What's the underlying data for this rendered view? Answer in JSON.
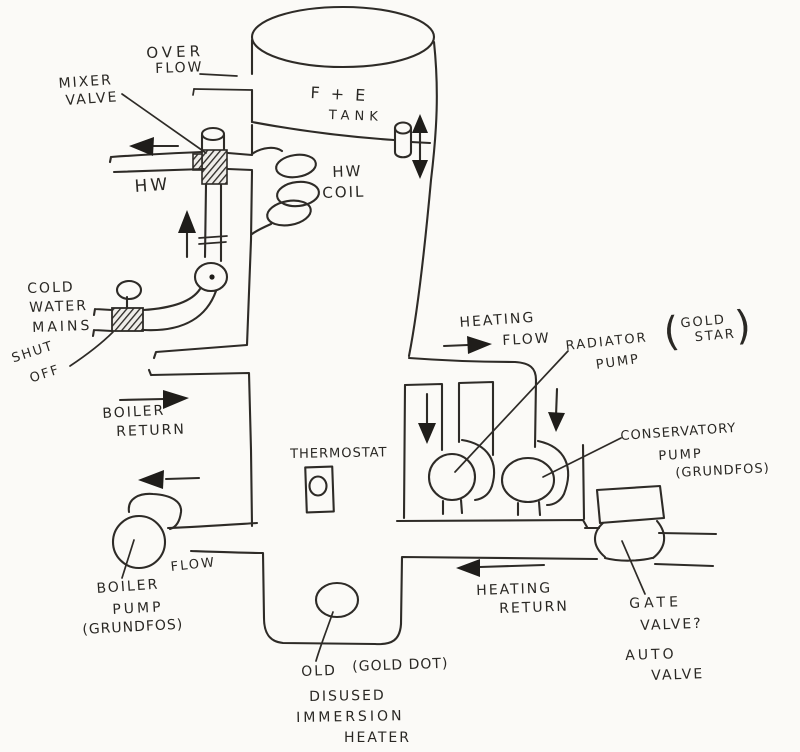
{
  "labels": {
    "over_flow": [
      "OVER",
      "FLOW"
    ],
    "mixer_valve": [
      "MIXER",
      "VALVE"
    ],
    "hw": "HW",
    "fe_tank": [
      "F + E",
      "TANK"
    ],
    "hw_coil": [
      "HW",
      "COIL"
    ],
    "cold_water_mains": [
      "COLD",
      "WATER",
      "MAINS"
    ],
    "shut_off": [
      "SHUT",
      "OFF"
    ],
    "boiler_return": [
      "BOILER",
      "RETURN"
    ],
    "thermostat": "THERMOSTAT",
    "heating_flow": [
      "HEATING",
      "FLOW"
    ],
    "radiator_pump": [
      "RADIATOR",
      "PUMP"
    ],
    "radiator_pump_brand": {
      "open": "(",
      "line1": "GOLD",
      "line2": "STAR",
      "close": ")"
    },
    "conservatory_pump": [
      "CONSERVATORY",
      "PUMP",
      "(GRUNDFOS)"
    ],
    "boiler_pump": [
      "BOILER",
      "PUMP",
      "(GRUNDFOS)"
    ],
    "flow": "FLOW",
    "heating_return": [
      "HEATING",
      "RETURN"
    ],
    "gate_valve": [
      "GATE",
      "VALVE?"
    ],
    "auto_valve": [
      "AUTO",
      "VALVE"
    ],
    "immersion_heater": [
      "OLD",
      "(GOLD DOT)",
      "DISUSED",
      "IMMERSION",
      "HEATER"
    ]
  },
  "colors": {
    "ink": "#2e2b27",
    "paper": "#fbfaf7"
  }
}
